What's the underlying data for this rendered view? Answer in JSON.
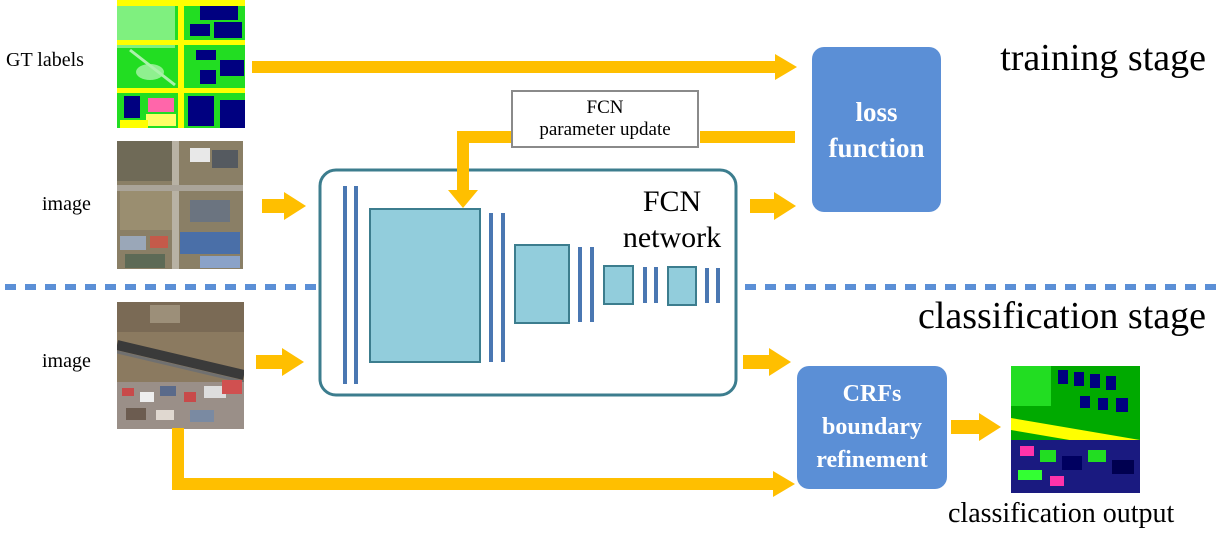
{
  "labels": {
    "gt_labels": "GT labels",
    "image_training": "image",
    "image_classification": "image",
    "training_stage": "training stage",
    "classification_stage": "classification stage",
    "classification_output": "classification output"
  },
  "fcn_network": {
    "line1": "FCN",
    "line2": "network"
  },
  "parameter_update": {
    "line1": "FCN",
    "line2": "parameter update"
  },
  "loss_function": {
    "line1": "loss",
    "line2": "function"
  },
  "crf_box": {
    "line1": "CRFs",
    "line2": "boundary",
    "line3": "refinement"
  },
  "colors": {
    "arrow": "#ffbf00",
    "box_fill": "#5b8fd6",
    "network_border": "#3c7d8e",
    "layer_fill": "#92cddc",
    "layer_line": "#4a77b2",
    "divider": "#5b8fd6"
  },
  "thumbnails": {
    "gt_labels": "segmentation-label-thumbnail",
    "image_training": "satellite-image-thumbnail",
    "image_classification": "satellite-image-thumbnail",
    "classification_output": "segmentation-output-thumbnail"
  }
}
